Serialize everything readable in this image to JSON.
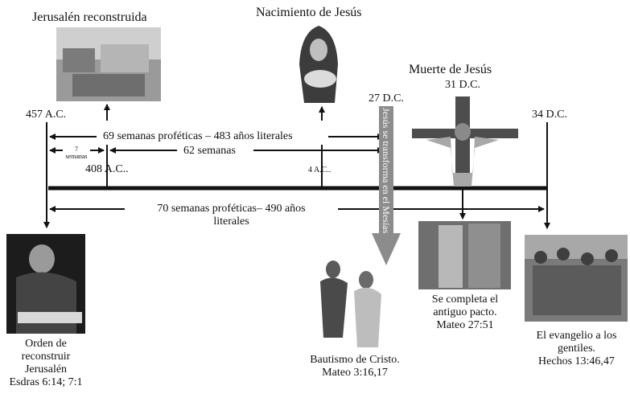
{
  "events": {
    "jerusalem_rebuilt": "Jerusalén reconstruida",
    "jesus_birth": "Nacimiento de Jesús",
    "jesus_death": "Muerte de Jesús"
  },
  "dates": {
    "d457": "457 A.C.",
    "d408": "408 A.C..",
    "d4": "4 A.C..",
    "d27": "27 D.C.",
    "d31": "31 D.C.",
    "d34": "34 D.C."
  },
  "spans": {
    "weeks69": "69 semanas proféticas – 483 años literales",
    "weeks62": "62 semanas",
    "weeks7_num": "7",
    "weeks7_word": "semanas",
    "weeks70_line1": "70 semanas proféticas– 490 años",
    "weeks70_line2": "literales"
  },
  "vertical_label": "Jesús se transforma en el Mesías",
  "captions": {
    "order_l1": "Orden de",
    "order_l2": "reconstruir",
    "order_l3": "Jerusalén",
    "order_l4": "Esdras 6:14;  7:1",
    "baptism_l1": "Bautismo de Cristo.",
    "baptism_l2": "Mateo 3:16,17",
    "covenant_l1": "Se completa el",
    "covenant_l2": "antiguo pacto.",
    "covenant_l3": "Mateo 27:51",
    "gospel_l1": "El evangelio  a los",
    "gospel_l2": "gentiles.",
    "gospel_l3": "Hechos 13:46,47"
  },
  "colors": {
    "line": "#111111",
    "transform_arrow": "#8c8c8c"
  }
}
